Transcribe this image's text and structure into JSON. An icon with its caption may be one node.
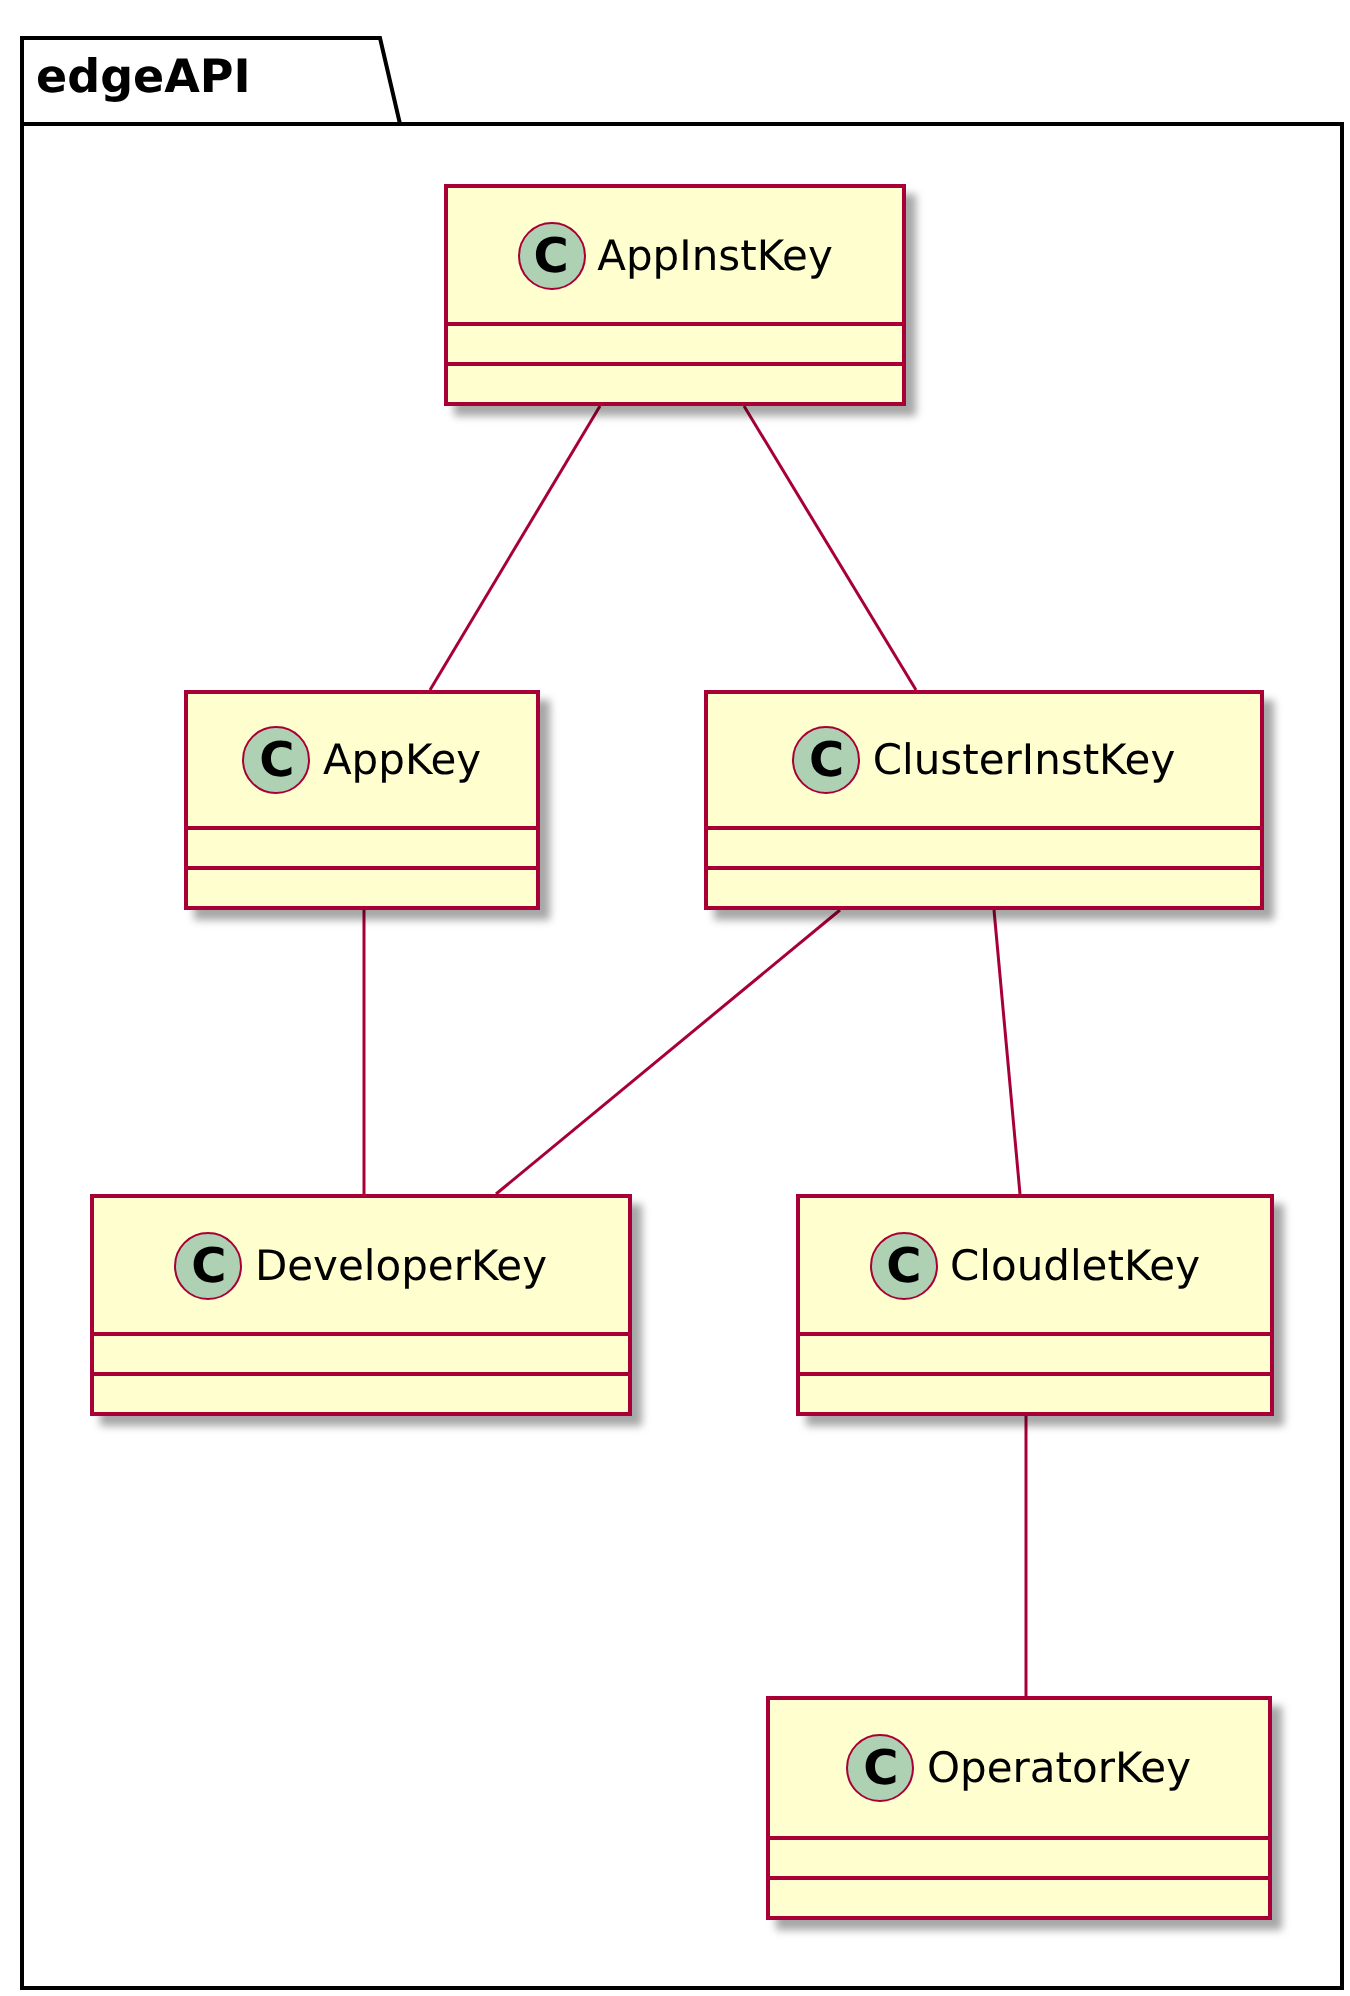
{
  "diagram": {
    "nodes": [
      {
        "text": [
          "edgeAPI"
        ]
      },
      {
        "text": [
          "C",
          "AppInstKey"
        ],
        "in": 0
      },
      {
        "text": [
          "C",
          "AppKey"
        ],
        "in": 0
      },
      {
        "text": [
          "C",
          "ClusterInstKey"
        ],
        "in": 0
      },
      {
        "text": [
          "C",
          "DeveloperKey"
        ],
        "in": 0
      },
      {
        "text": [
          "C",
          "CloudletKey"
        ],
        "in": 0
      },
      {
        "text": [
          "C",
          "OperatorKey"
        ],
        "in": 0
      }
    ],
    "edges": [
      {
        "from": 1,
        "to": 2,
        "arrow": "none"
      },
      {
        "from": 1,
        "to": 3,
        "arrow": "none"
      },
      {
        "from": 2,
        "to": 4,
        "arrow": "none"
      },
      {
        "from": 3,
        "to": 4,
        "arrow": "none"
      },
      {
        "from": 3,
        "to": 5,
        "arrow": "none"
      },
      {
        "from": 5,
        "to": 6,
        "arrow": "none"
      }
    ]
  }
}
